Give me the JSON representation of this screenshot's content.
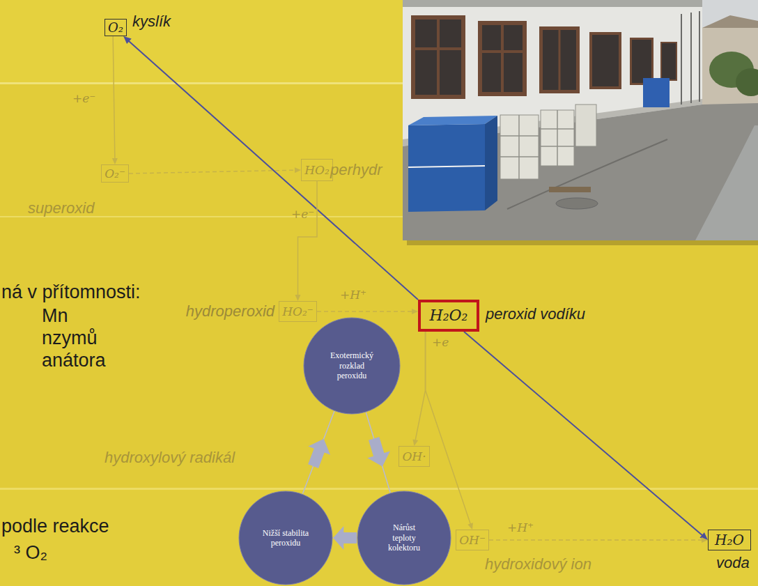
{
  "diagram": {
    "nodes": [
      {
        "text": [
          "O₂",
          "kyslík"
        ]
      },
      {
        "text": [
          "O₂⁻",
          "superoxid"
        ]
      },
      {
        "text": [
          "HO₂",
          "perhydr"
        ]
      },
      {
        "text": [
          "HO₂⁻",
          "hydroperoxid"
        ]
      },
      {
        "text": [
          "H₂O₂",
          "peroxid vodíku"
        ]
      },
      {
        "text": [
          "Exotermický rozklad peroxidu"
        ]
      },
      {
        "text": [
          "OH·",
          "hydroxylový radikál"
        ]
      },
      {
        "text": [
          "Nižší stabilita peroxidu"
        ]
      },
      {
        "text": [
          "Nárůst teploty kolektoru"
        ]
      },
      {
        "text": [
          "OH⁻",
          "hydroxidový ion"
        ]
      },
      {
        "text": [
          "H₂O",
          "voda"
        ]
      }
    ],
    "edges": [
      {
        "from": 4,
        "to": 0,
        "arrow": "to"
      },
      {
        "from": 4,
        "to": 10,
        "arrow": "to"
      },
      {
        "from": 0,
        "to": 1,
        "label": "+e⁻",
        "arrow": "to"
      },
      {
        "from": 1,
        "to": 2,
        "arrow": "to"
      },
      {
        "from": 2,
        "to": 3,
        "label": "+e⁻",
        "arrow": "to"
      },
      {
        "from": 3,
        "to": 4,
        "label": "+H⁺",
        "arrow": "to"
      },
      {
        "from": 4,
        "to": 6,
        "label": "+e",
        "arrow": "to"
      },
      {
        "from": 4,
        "to": 9,
        "arrow": "to"
      },
      {
        "from": 9,
        "to": 10,
        "label": "+H⁺",
        "arrow": "to"
      },
      {
        "from": 5,
        "to": 8,
        "arrow": "to"
      },
      {
        "from": 8,
        "to": 7,
        "arrow": "to"
      },
      {
        "from": 7,
        "to": 5,
        "arrow": "to"
      }
    ],
    "labels": [
      "ná v přítomnosti:",
      "Mn",
      "nzymů",
      "anátora",
      "podle reakce",
      "³ O₂"
    ]
  }
}
